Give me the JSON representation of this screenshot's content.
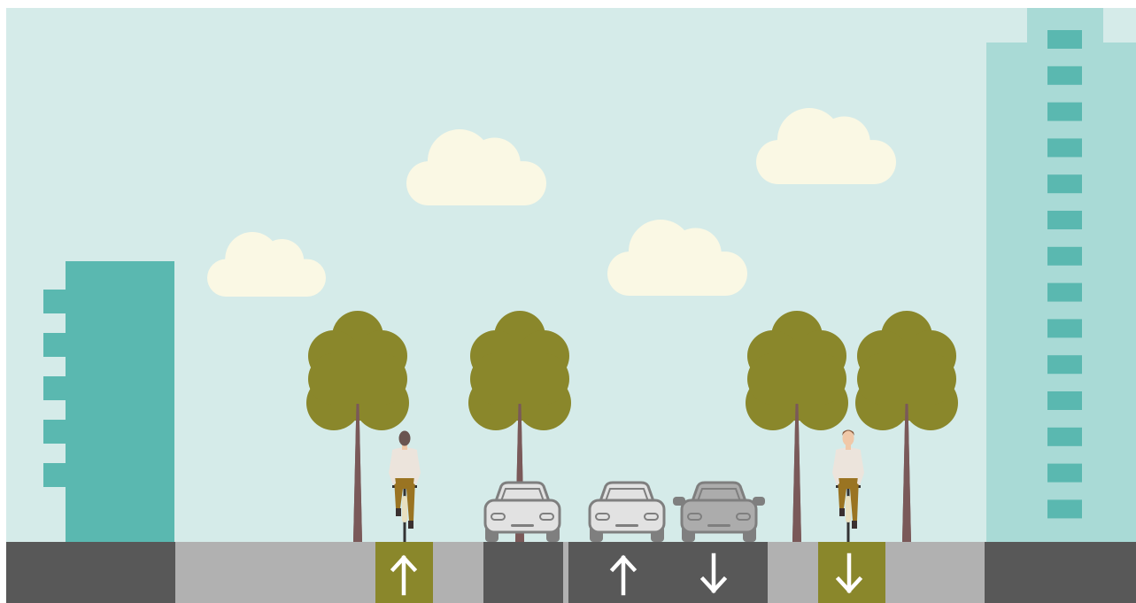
{
  "colors": {
    "sky": "#d5ebe9",
    "cloud": "#faf8e4",
    "building_dark": "#5ab8b0",
    "building_light": "#a9dad6",
    "window_teal": "#5ab8b0",
    "tree_foliage": "#8a872b",
    "tree_trunk": "#7a5959",
    "road_dark": "#585858",
    "sidewalk_light": "#b1b1b1",
    "bike_lane": "#8a872b",
    "arrow": "#ffffff",
    "car_white": "#e2e2e2",
    "car_gray": "#acacac",
    "car_outline": "#7f7f7f",
    "skin": "#f0c8a8",
    "shirt": "#ece4dc",
    "pants": "#9a7422",
    "hair": "#6a5450"
  },
  "street_segments": [
    {
      "kind": "sidewalk-dark",
      "color": "#585858"
    },
    {
      "kind": "sidewalk",
      "color": "#b1b1b1"
    },
    {
      "kind": "bike-lane",
      "color": "#8a872b",
      "arrow": "up-arrow-icon"
    },
    {
      "kind": "buffer",
      "color": "#b1b1b1"
    },
    {
      "kind": "parking",
      "color": "#585858"
    },
    {
      "kind": "travel-lane",
      "color": "#585858",
      "arrow": "up-arrow-icon"
    },
    {
      "kind": "travel-lane",
      "color": "#585858",
      "arrow": "down-arrow-icon"
    },
    {
      "kind": "buffer",
      "color": "#b1b1b1"
    },
    {
      "kind": "bike-lane",
      "color": "#8a872b",
      "arrow": "down-arrow-icon"
    },
    {
      "kind": "sidewalk",
      "color": "#b1b1b1"
    },
    {
      "kind": "sidewalk-dark",
      "color": "#585858"
    }
  ],
  "icons": [
    "cloud-icon",
    "tree-icon",
    "cyclist-icon",
    "car-icon",
    "up-arrow-icon",
    "down-arrow-icon",
    "building-icon"
  ]
}
